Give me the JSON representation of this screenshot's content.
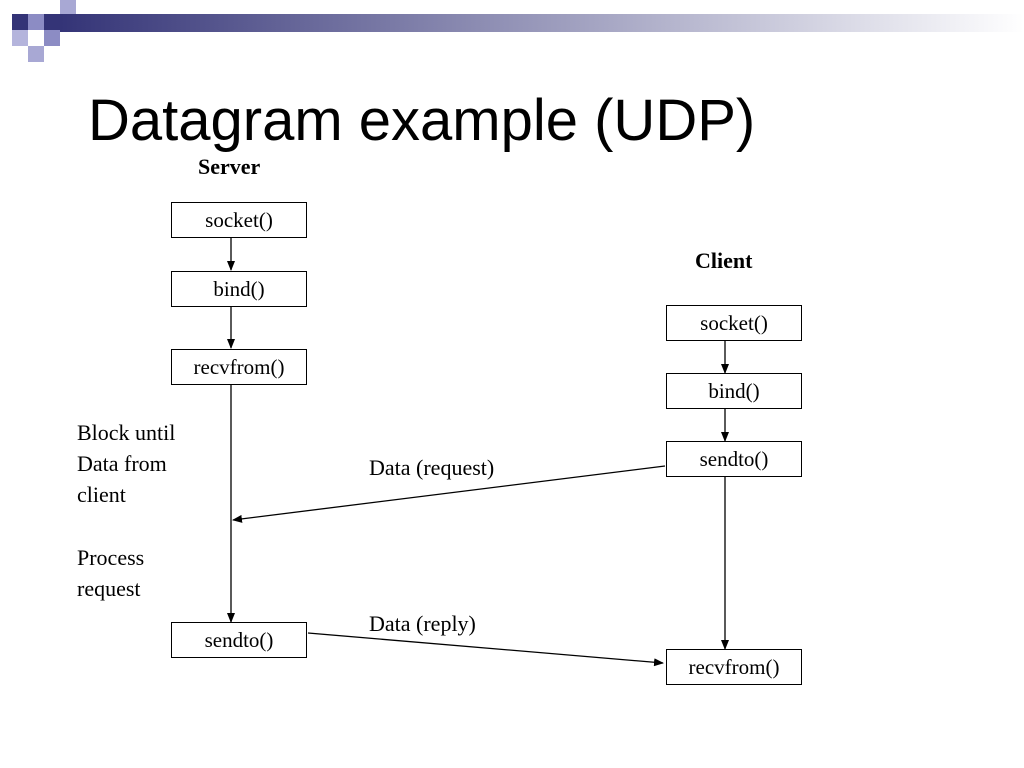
{
  "title": "Datagram example (UDP)",
  "header_decoration": {
    "squares": [
      "#343477",
      "#8C8CC4",
      "#A8A8D4",
      "#B4B4DC"
    ],
    "gradient_from": "#343477",
    "gradient_to": "#FFFFFF"
  },
  "server": {
    "label": "Server",
    "steps": [
      "socket()",
      "bind()",
      "recvfrom()",
      "sendto()"
    ],
    "notes": {
      "block": [
        "Block until",
        "Data from",
        "client"
      ],
      "process": [
        "Process",
        "request"
      ]
    }
  },
  "client": {
    "label": "Client",
    "steps": [
      "socket()",
      "bind()",
      "sendto()",
      "recvfrom()"
    ]
  },
  "messages": {
    "request": "Data (request)",
    "reply": "Data (reply)"
  }
}
